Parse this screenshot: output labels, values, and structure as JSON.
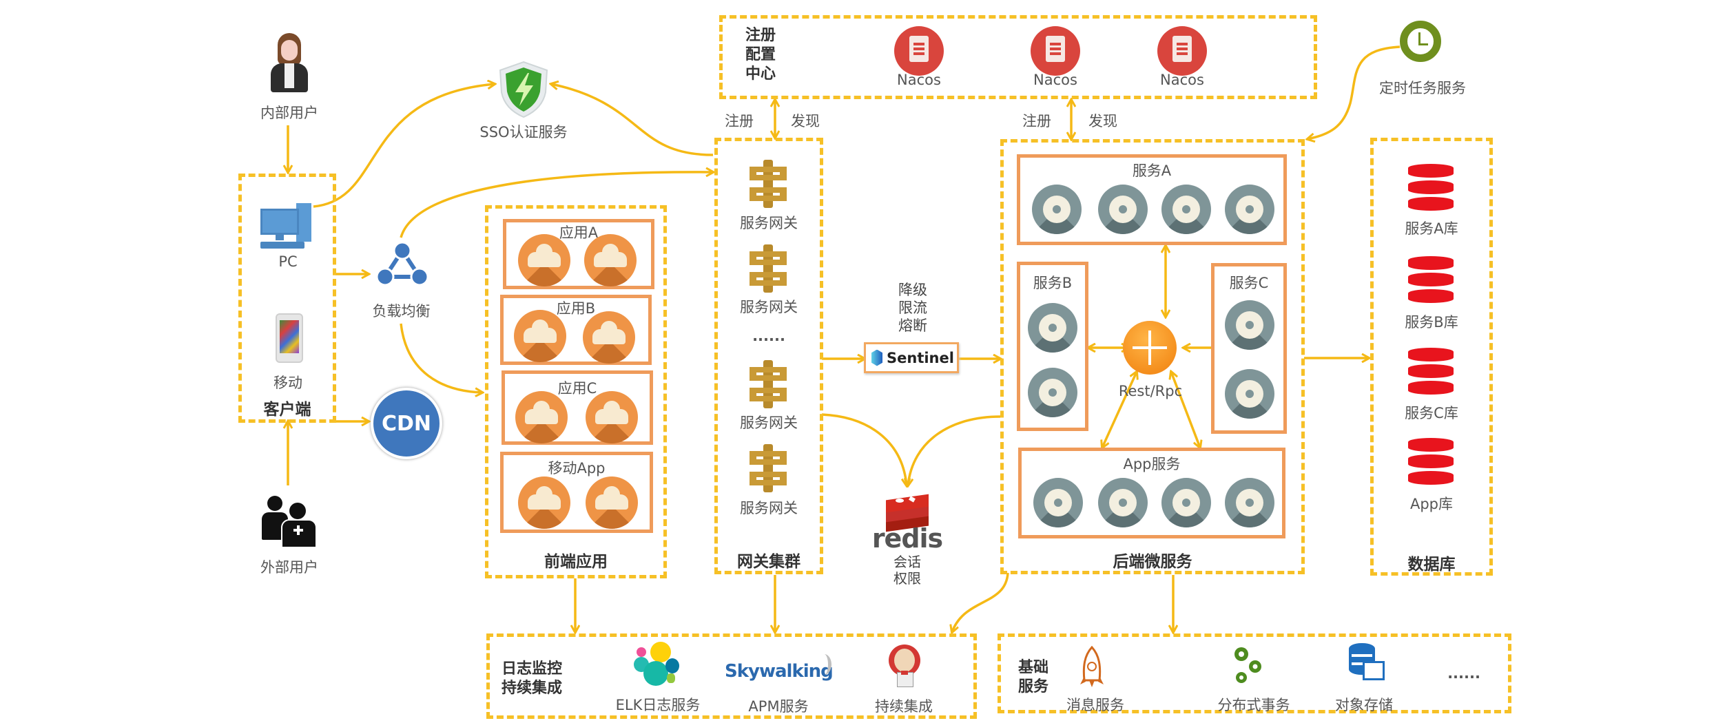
{
  "users": {
    "internal": "内部用户",
    "external": "外部用户"
  },
  "client": {
    "title": "客户端",
    "pc": "PC",
    "mobile": "移动"
  },
  "load_balancer": "负载均衡",
  "cdn": "CDN",
  "sso": "SSO认证服务",
  "registry": {
    "title_lines": [
      "注册",
      "配置",
      "中心"
    ],
    "nodes": [
      "Nacos",
      "Nacos",
      "Nacos"
    ],
    "left_register": "注册",
    "left_discover": "发现",
    "right_register": "注册",
    "right_discover": "发现"
  },
  "frontend": {
    "title": "前端应用",
    "apps": [
      "应用A",
      "应用B",
      "应用C",
      "移动App"
    ]
  },
  "gateway": {
    "title": "网关集群",
    "nodes": [
      "服务网关",
      "服务网关",
      "服务网关",
      "服务网关"
    ],
    "ellipsis": "......"
  },
  "sentinel": {
    "label": "Sentinel",
    "features": [
      "降级",
      "限流",
      "熔断"
    ]
  },
  "redis": {
    "label": "redis",
    "features": [
      "会话",
      "权限"
    ]
  },
  "backend": {
    "title": "后端微服务",
    "service_a": "服务A",
    "service_b": "服务B",
    "service_c": "服务C",
    "app_service": "App服务",
    "hub": "Rest/Rpc"
  },
  "scheduler": "定时任务服务",
  "database": {
    "title": "数据库",
    "items": [
      "服务A库",
      "服务B库",
      "服务C库",
      "App库"
    ]
  },
  "monitoring": {
    "title_lines": [
      "日志监控",
      "持续集成"
    ],
    "items": [
      "ELK日志服务",
      "APM服务",
      "持续集成"
    ],
    "skywalking": "Skywalking"
  },
  "infra": {
    "title_lines": [
      "基础",
      "服务"
    ],
    "items": [
      "消息服务",
      "分布式事务",
      "对象存储"
    ],
    "ellipsis": "......"
  },
  "colors": {
    "dashed_border": "#f6c026",
    "arrow": "#f5b915",
    "service_box": "#ef9b5a",
    "database": "#e8141d",
    "nacos": "#d9453d",
    "cdn": "#3f77bd",
    "clock": "#6f8f1e"
  }
}
